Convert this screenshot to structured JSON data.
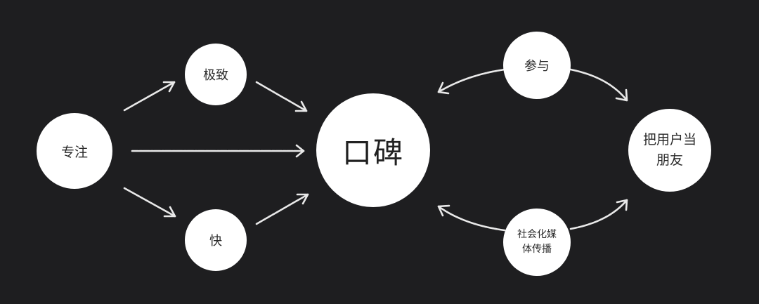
{
  "nodes": {
    "focus": "专注",
    "extreme": "极致",
    "fast": "快",
    "koubei": "口碑",
    "participate": "参与",
    "social_media": "社会化媒体传播",
    "friends": "把用户当朋友"
  },
  "colors": {
    "background": "#1e1e20",
    "node_fill": "#ffffff",
    "node_text": "#2a2a2a",
    "arrow": "#e9e9e9"
  },
  "edges": [
    {
      "from": "focus",
      "to": "extreme"
    },
    {
      "from": "extreme",
      "to": "koubei"
    },
    {
      "from": "focus",
      "to": "koubei"
    },
    {
      "from": "focus",
      "to": "fast"
    },
    {
      "from": "fast",
      "to": "koubei"
    },
    {
      "from": "participate",
      "to": "koubei"
    },
    {
      "from": "participate",
      "to": "friends"
    },
    {
      "from": "social_media",
      "to": "koubei"
    },
    {
      "from": "social_media",
      "to": "friends"
    }
  ]
}
